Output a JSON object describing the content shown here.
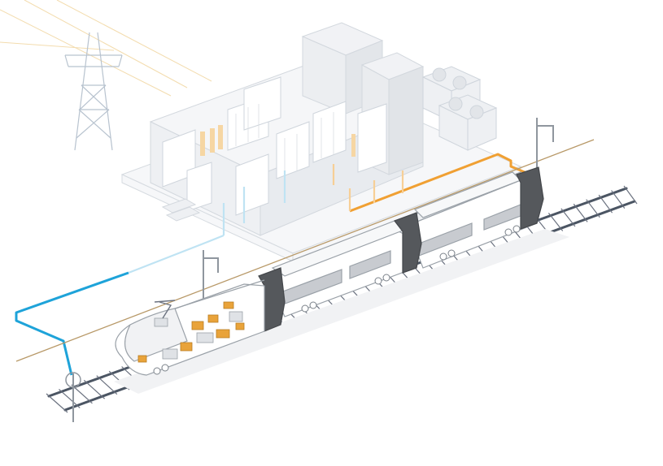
{
  "diagram": {
    "type": "isometric-illustration",
    "subject": [
      "power-pylon",
      "substation-building",
      "cooling-units",
      "overhead-catenary",
      "rail-track",
      "high-speed-train",
      "power-feed-cable",
      "return-cable"
    ],
    "colors": {
      "background": "#ffffff",
      "building_line": "#d6dbe0",
      "building_fill": "#f3f4f6",
      "feed_cable": "#f0a033",
      "return_cable": "#1ea3d9",
      "catenary": "#b89968",
      "rail": "#4b5563",
      "train_outline": "#9aa1a8",
      "train_dark": "#55585c",
      "train_window": "#c8cbd0",
      "equipment": "#e9a33a"
    }
  }
}
